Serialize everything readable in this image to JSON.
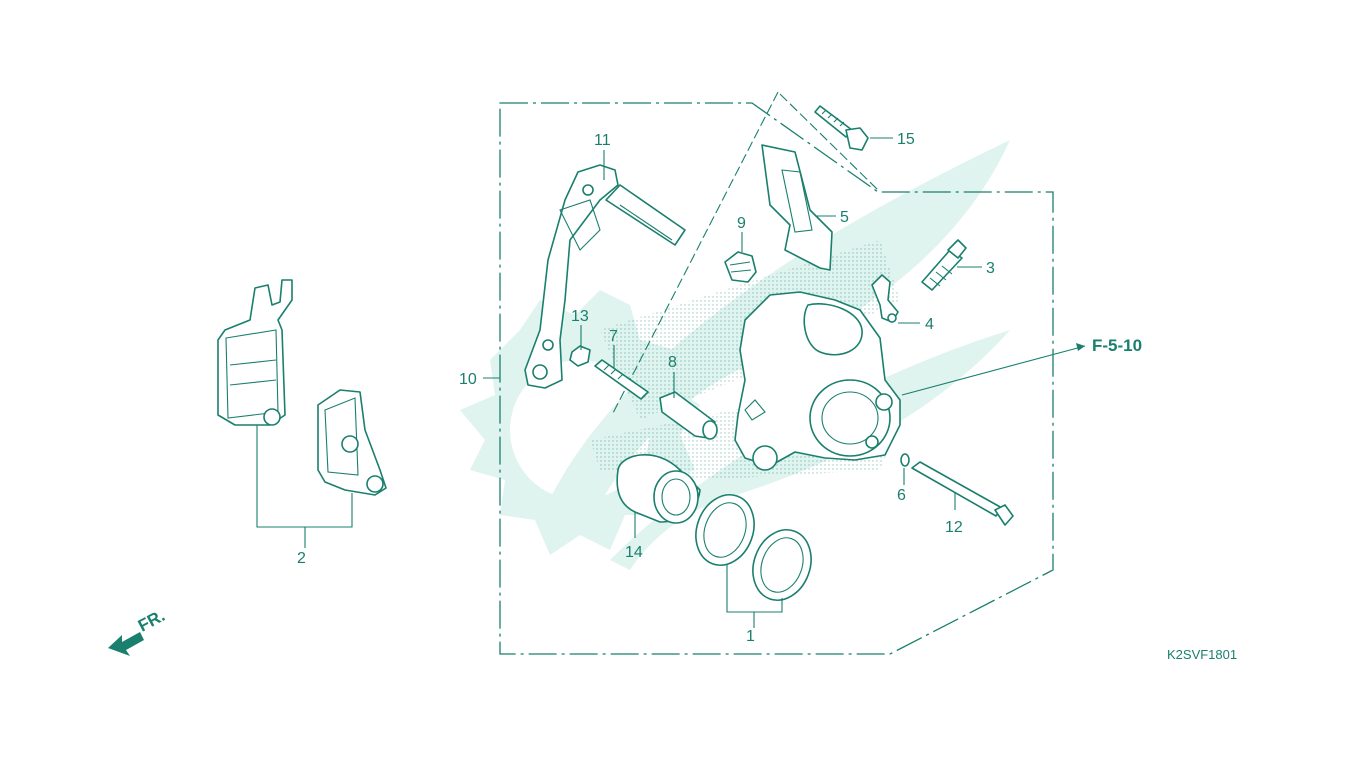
{
  "diagram": {
    "part_labels": {
      "p1": "1",
      "p2": "2",
      "p3": "3",
      "p4": "4",
      "p5": "5",
      "p6": "6",
      "p7": "7",
      "p8": "8",
      "p9": "9",
      "p10": "10",
      "p11": "11",
      "p12": "12",
      "p13": "13",
      "p14": "14",
      "p15": "15"
    },
    "reference": "F-5-10",
    "front_marker": "FR.",
    "drawing_code": "K2SVF1801"
  },
  "colors": {
    "line": "#1a7f6e",
    "watermark": "#d9f1ec"
  }
}
